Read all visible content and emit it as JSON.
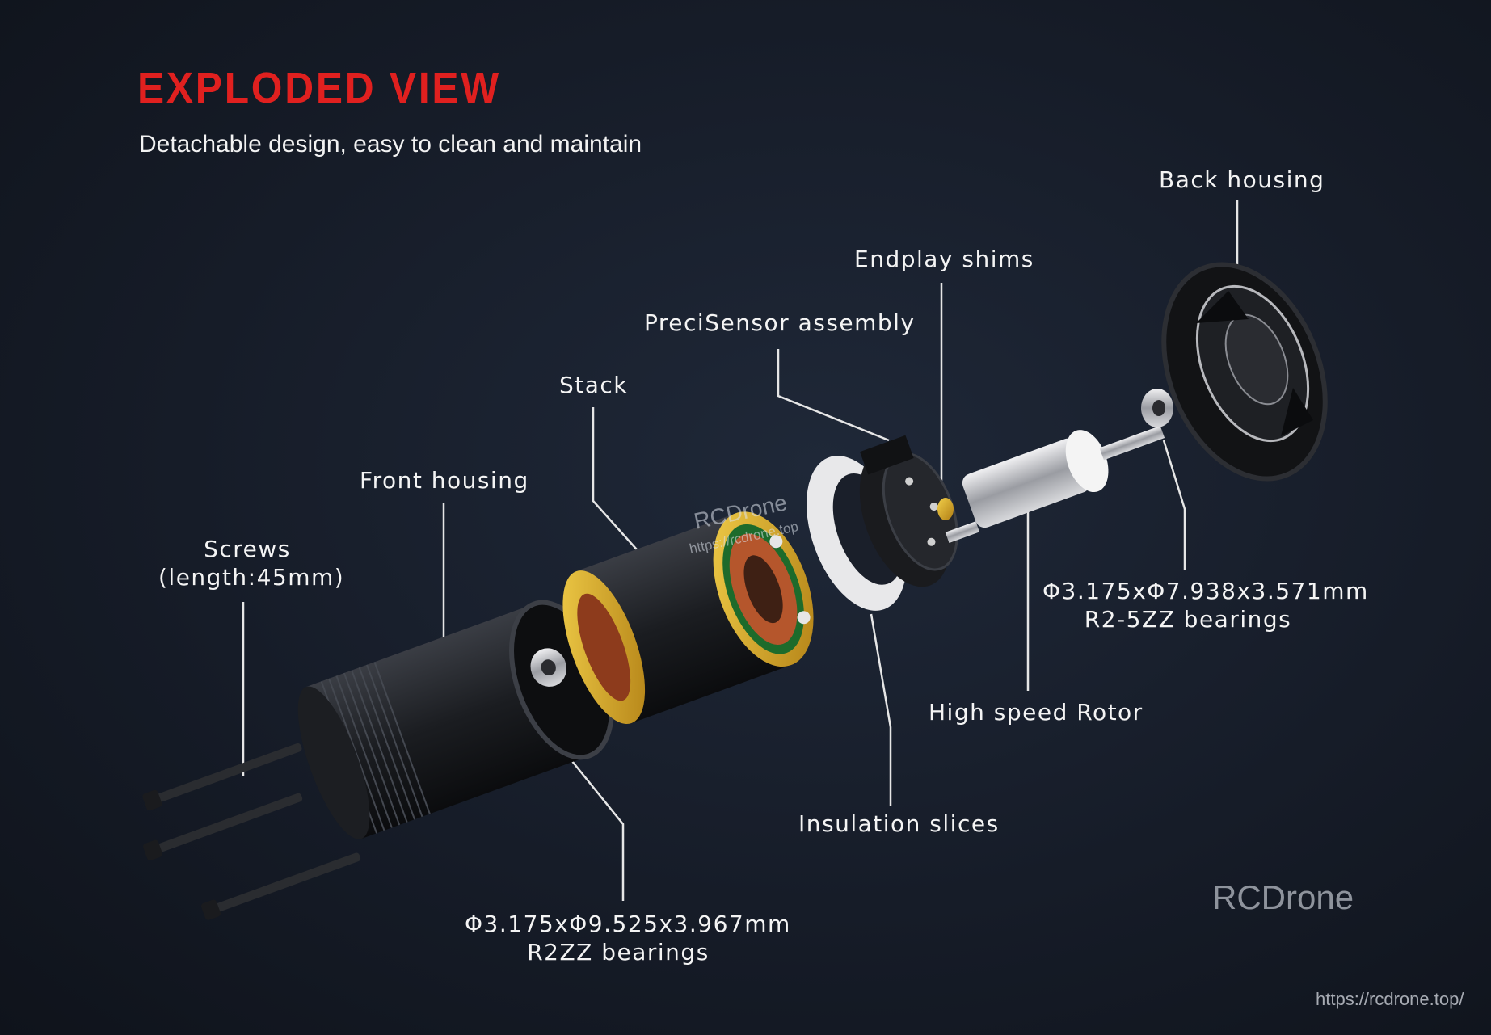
{
  "header": {
    "title": "EXPLODED VIEW",
    "subtitle": "Detachable design, easy to clean and maintain"
  },
  "labels": {
    "back_housing": "Back housing",
    "endplay_shims": "Endplay shims",
    "precisensor": "PreciSensor assembly",
    "stack": "Stack",
    "front_housing": "Front housing",
    "screws_line1": "Screws",
    "screws_line2": "(length:45mm)",
    "rear_bearing_line1": "Φ3.175xΦ7.938x3.571mm",
    "rear_bearing_line2": "R2-5ZZ bearings",
    "rotor": "High speed Rotor",
    "insulation": "Insulation slices",
    "front_bearing_line1": "Φ3.175xΦ9.525x3.967mm",
    "front_bearing_line2": "R2ZZ bearings"
  },
  "watermarks": {
    "brand": "RCDrone",
    "url": "https://rcdrone.top/",
    "center_brand": "RCDrone",
    "center_url": "https://rcdrone.top"
  },
  "colors": {
    "accent_red": "#e0201f",
    "gold": "#d9a826",
    "copper": "#b5562c",
    "background": "#161c28"
  }
}
